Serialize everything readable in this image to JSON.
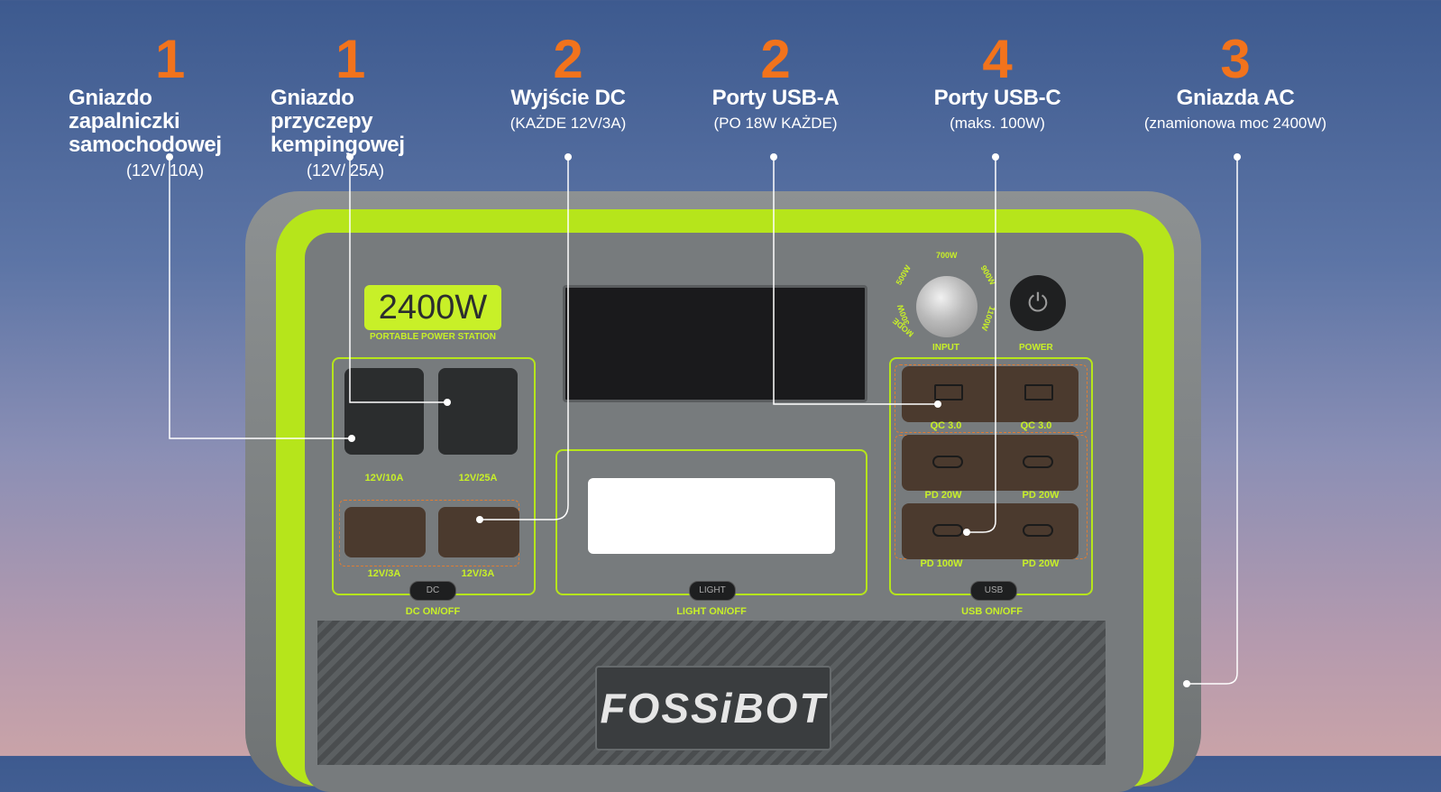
{
  "callouts": [
    {
      "num": "1",
      "title": "Gniazdo zapalniczki samochodowej",
      "sub": "(12V/ 10A)"
    },
    {
      "num": "1",
      "title": "Gniazdo przyczepy kempingowej",
      "sub": "(12V/ 25A)"
    },
    {
      "num": "2",
      "title": "Wyjście DC",
      "sub": "(KAŻDE 12V/3A)"
    },
    {
      "num": "2",
      "title": "Porty USB-A",
      "sub": "(PO 18W KAŻDE)"
    },
    {
      "num": "4",
      "title": "Porty USB-C",
      "sub": "(maks. 100W)"
    },
    {
      "num": "3",
      "title": "Gniazda AC",
      "sub": "(znamionowa moc 2400W)"
    }
  ],
  "device": {
    "badge": "2400W",
    "badge_sub": "PORTABLE POWER STATION",
    "brand": "FOSSiBOT",
    "dial": {
      "l700": "700W",
      "l500": "500W",
      "l900": "900W",
      "l300": "300W",
      "l1100": "1100W",
      "mode": "MODE",
      "input": "INPUT"
    },
    "power_label": "POWER",
    "ports": {
      "p1": "12V/10A",
      "p2": "12V/25A",
      "p3": "12V/3A",
      "p4": "12V/3A",
      "usba1": "QC 3.0",
      "usba2": "QC 3.0",
      "usbc1": "PD 20W",
      "usbc2": "PD 20W",
      "usbc3": "PD 100W",
      "usbc4": "PD 20W"
    },
    "toggles": {
      "dc": "DC",
      "light": "LIGHT",
      "usb": "USB"
    },
    "toggle_labels": {
      "dc": "DC ON/OFF",
      "light": "LIGHT ON/OFF",
      "usb": "USB ON/OFF"
    }
  }
}
